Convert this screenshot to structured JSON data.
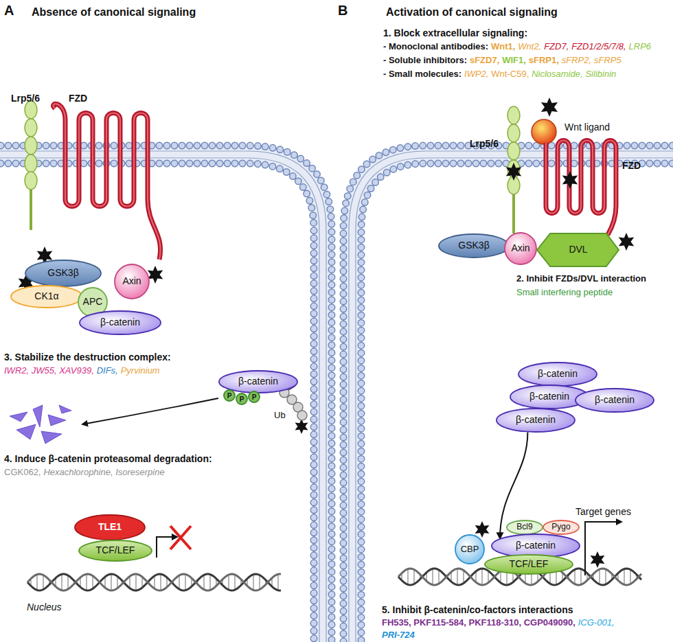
{
  "diagram": {
    "nodes": [
      {
        "text": [
          "Lrp5/6"
        ]
      },
      {
        "text": [
          "FZD"
        ]
      },
      {
        "text": [
          "GSK3β"
        ]
      },
      {
        "text": [
          "Axin"
        ]
      },
      {
        "text": [
          "CK1α"
        ]
      },
      {
        "text": [
          "APC"
        ]
      },
      {
        "text": [
          "β-catenin"
        ]
      },
      {
        "text": [
          "β-catenin"
        ]
      },
      {
        "text": [
          "P"
        ]
      },
      {
        "text": [
          "P"
        ]
      },
      {
        "text": [
          "P"
        ]
      },
      {
        "text": [
          "Nucleus"
        ]
      },
      {
        "text": [
          "TLE1"
        ],
        "in": 11
      },
      {
        "text": [
          "TCF/LEF"
        ],
        "in": 11
      },
      {
        "text": [
          "Wnt ligand"
        ]
      },
      {
        "text": [
          "Lrp5/6"
        ]
      },
      {
        "text": [
          "FZD"
        ]
      },
      {
        "text": [
          "GSK3β"
        ]
      },
      {
        "text": [
          "Axin"
        ]
      },
      {
        "text": [
          "DVL"
        ]
      },
      {
        "text": [
          "β-catenin"
        ]
      },
      {
        "text": [
          "β-catenin"
        ]
      },
      {
        "text": [
          "β-catenin"
        ]
      },
      {
        "text": [
          "β-catenin"
        ]
      },
      {
        "text": []
      },
      {
        "text": [
          "Bcl9"
        ],
        "in": 24
      },
      {
        "text": [
          "Pygo"
        ],
        "in": 24
      },
      {
        "text": [
          "CBP"
        ],
        "in": 24
      },
      {
        "text": [
          "β-catenin"
        ],
        "in": 24
      },
      {
        "text": [
          "TCF/LEF"
        ],
        "in": 24
      }
    ],
    "edges": [
      {
        "from": 23,
        "to": 28,
        "arrow": "to"
      }
    ],
    "labels": [
      "A",
      "Absence of canonical signaling",
      "B",
      "Activation of canonical signaling",
      "1. Block extracellular signaling:",
      "- Monoclonal antibodies:",
      "Wnt1,",
      "Wnt2,",
      "FZD7,",
      "FZD1/2/5/7/8,",
      "LRP6",
      "- Soluble inhibitors:",
      "sFZD7,",
      "WIF1,",
      "sFRP1,",
      "sFRP2,",
      "sFRP5",
      "- Small molecules:",
      "IWP2,",
      "Wnt-C59,",
      "Niclosamide,",
      "Silibinin",
      "2. Inhibit FZDs/DVL interaction",
      "Small interfering peptide",
      "3. Stabilize the destruction complex:",
      "IWR2, JW55, XAV939,",
      "DIFs,",
      "Pyrvinium",
      "Ub",
      "4. Induce β-catenin proteasomal degradation:",
      "CGK062,",
      "Hexachlorophine, Isoreserpine",
      "Target genes",
      "5. Inhibit β-catenin/co-factors interactions",
      "FH535, PKF115-584, PKF118-310, CGP049090,",
      "ICG-001,",
      "PRI-724"
    ]
  }
}
